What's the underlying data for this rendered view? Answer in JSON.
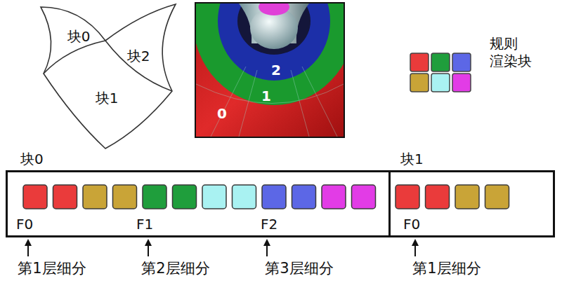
{
  "diagram": {
    "nodes": [
      {
        "text": [
          "块0"
        ]
      },
      {
        "text": [
          "块1"
        ]
      }
    ],
    "labels": [
      "块0",
      "块2",
      "块1",
      "2",
      "1",
      "0",
      "F0",
      "F1",
      "F2",
      "F0",
      "第1层细分",
      "第2层细分",
      "第3层细分",
      "第1层细分"
    ],
    "legend": [
      {
        "text": "规则 渲染块"
      }
    ]
  }
}
